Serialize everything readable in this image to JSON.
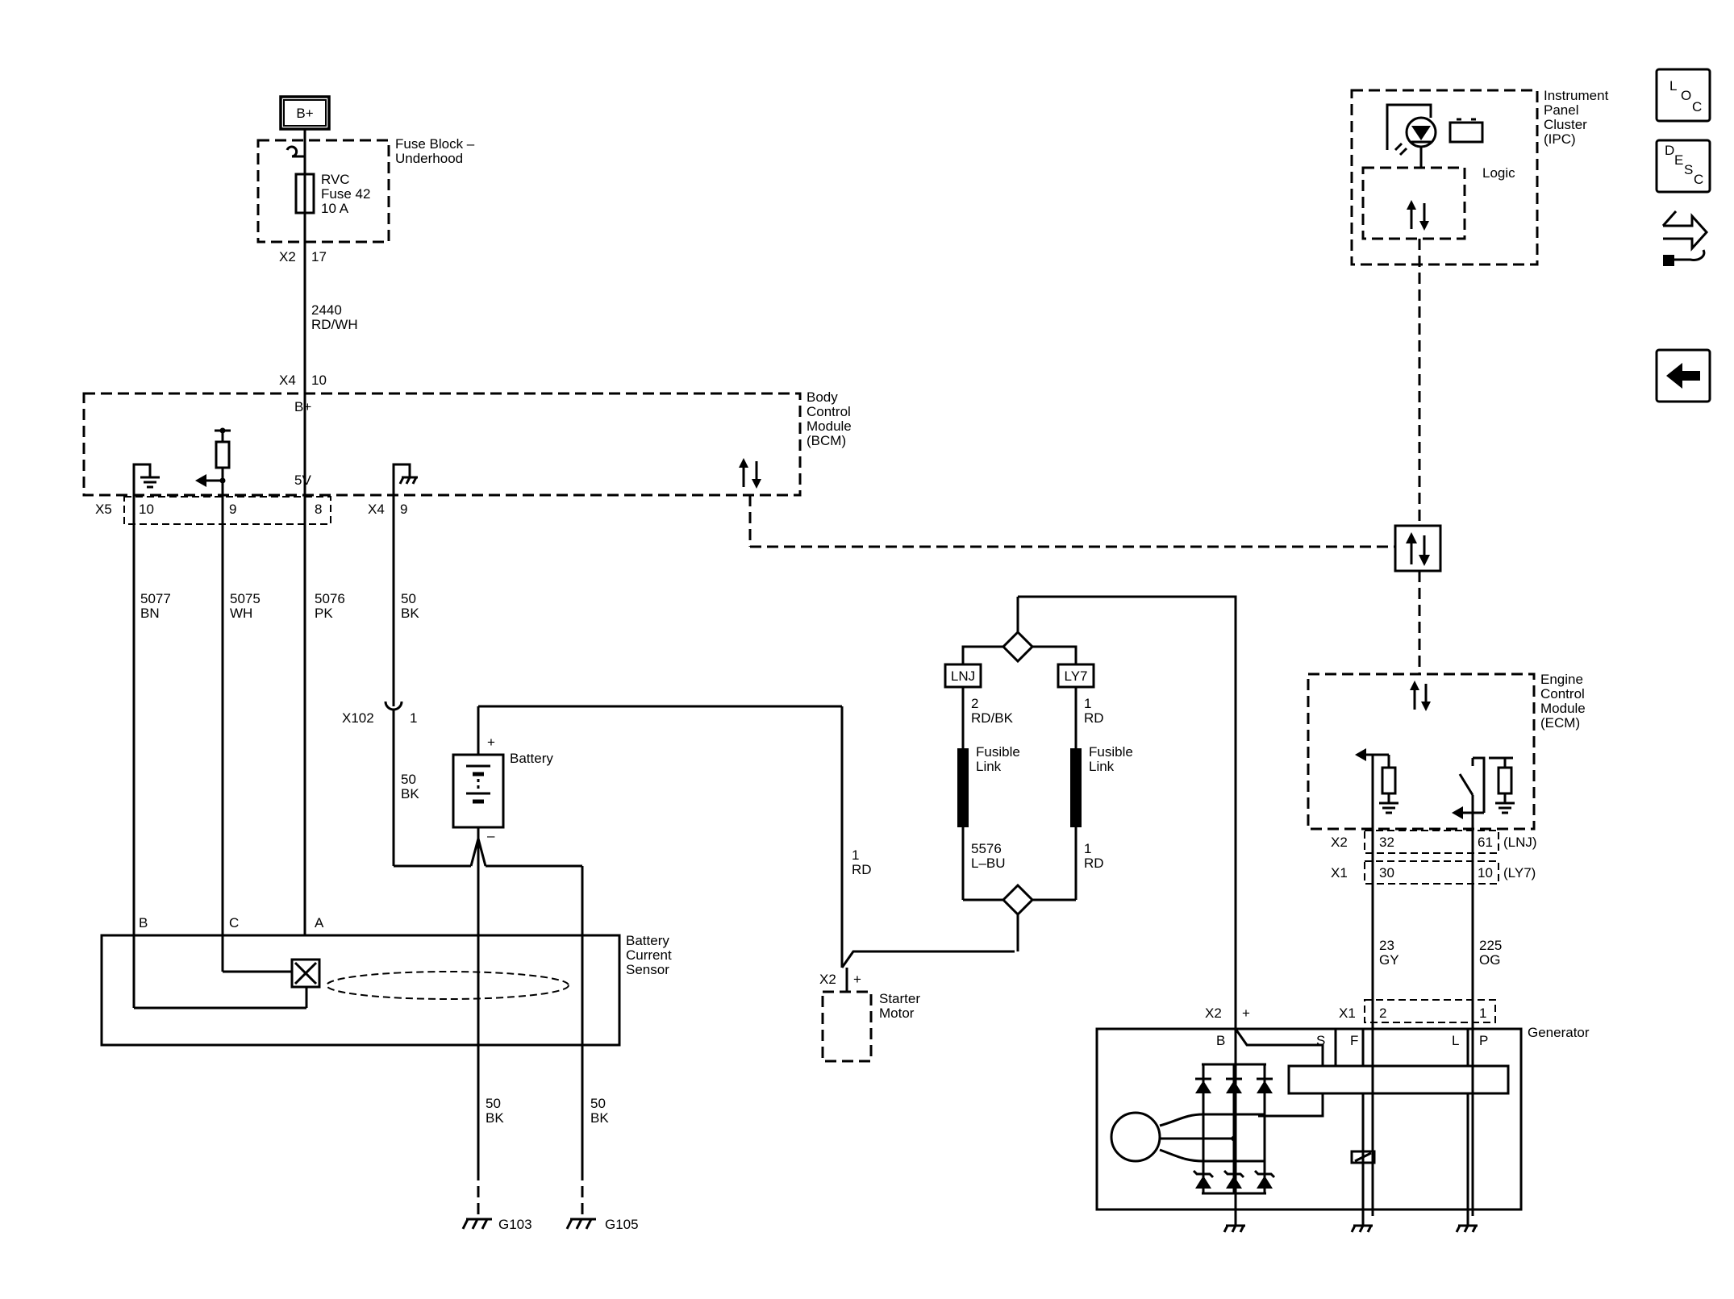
{
  "labels": {
    "bplus_box": "B+",
    "fuse_block": [
      "Fuse Block –",
      "Underhood"
    ],
    "fuse": [
      "RVC",
      "Fuse 42",
      "10 A"
    ],
    "fuse_conn": "X2",
    "fuse_pin": "17",
    "w2440": [
      "2440",
      "RD/WH"
    ],
    "bcm_conn": "X4",
    "bcm_pin": "10",
    "bcm_bplus": "B+",
    "bcm": [
      "Body",
      "Control",
      "Module",
      "(BCM)"
    ],
    "bcm_5v": "5V",
    "x5": "X5",
    "x5_p10": "10",
    "x5_p9": "9",
    "x5_p8": "8",
    "x4b": "X4",
    "x4b_p9": "9",
    "w5077": [
      "5077",
      "BN"
    ],
    "w5075": [
      "5075",
      "WH"
    ],
    "w5076": [
      "5076",
      "PK"
    ],
    "w50a": [
      "50",
      "BK"
    ],
    "x102": "X102",
    "x102_pin": "1",
    "w50b": [
      "50",
      "BK"
    ],
    "battery": "Battery",
    "bat_plus": "+",
    "bat_minus": "–",
    "sensor_b": "B",
    "sensor_c": "C",
    "sensor_a": "A",
    "sensor": [
      "Battery",
      "Current",
      "Sensor"
    ],
    "w50c": [
      "50",
      "BK"
    ],
    "w50d": [
      "50",
      "BK"
    ],
    "g103": "G103",
    "g105": "G105",
    "w1rd_a": [
      "1",
      "RD"
    ],
    "starter_conn": "X2",
    "starter_plus": "+",
    "starter": [
      "Starter",
      "Motor"
    ],
    "lnj": "LNJ",
    "ly7": "LY7",
    "w2rdbk": [
      "2",
      "RD/BK"
    ],
    "w1rd_b": [
      "1",
      "RD"
    ],
    "fusible1": [
      "Fusible",
      "Link"
    ],
    "fusible2": [
      "Fusible",
      "Link"
    ],
    "w5576": [
      "5576",
      "L–BU"
    ],
    "w1rd_c": [
      "1",
      "RD"
    ],
    "ipc": [
      "Instrument",
      "Panel",
      "Cluster",
      "(IPC)"
    ],
    "logic": "Logic",
    "ecm": [
      "Engine",
      "Control",
      "Module",
      "(ECM)"
    ],
    "ecm_x2": "X2",
    "ecm_x2_p32": "32",
    "ecm_x2_p61": "61",
    "ecm_lnj": "(LNJ)",
    "ecm_x1": "X1",
    "ecm_x1_p30": "30",
    "ecm_x1_p10": "10",
    "ecm_ly7": "(LY7)",
    "w23": [
      "23",
      "GY"
    ],
    "w225": [
      "225",
      "OG"
    ],
    "gen_x2": "X2",
    "gen_plus": "+",
    "gen_x1": "X1",
    "gen_x1_p2": "2",
    "gen_x1_p1": "1",
    "generator": "Generator",
    "gen_b": "B",
    "gen_s": "S",
    "gen_f": "F",
    "gen_l": "L",
    "gen_p": "P"
  },
  "nav": {
    "loc": [
      "L",
      "O",
      "C"
    ],
    "desc": [
      "D",
      "E",
      "S",
      "C"
    ],
    "connector_icon": "connector-swap-icon",
    "back_icon": "back-arrow-icon"
  }
}
